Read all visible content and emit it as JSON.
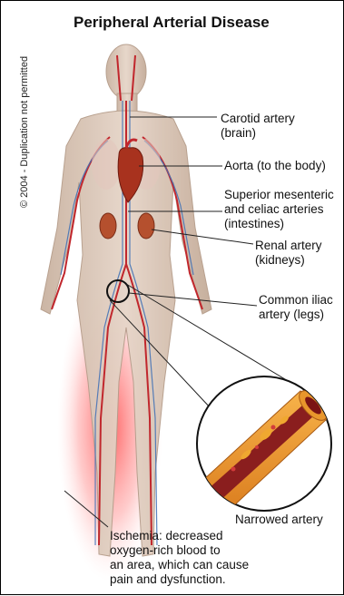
{
  "title": "Peripheral Arterial Disease",
  "copyright": "© 2004 - Duplication not permitted",
  "labels": {
    "carotid": [
      "Carotid artery",
      "(brain)"
    ],
    "aorta": [
      "Aorta (to the body)"
    ],
    "mesenteric": [
      "Superior mesenteric",
      "and celiac arteries",
      "(intestines)"
    ],
    "renal": [
      "Renal artery",
      "(kidneys)"
    ],
    "iliac": [
      "Common iliac",
      "artery (legs)"
    ],
    "narrowed": [
      "Narrowed artery"
    ],
    "ischemia": [
      "Ischemia: decreased",
      "oxygen-rich blood to",
      "an area, which can cause",
      "pain and dysfunction."
    ]
  },
  "colors": {
    "skin": "#d9c3b2",
    "artery": "#c1272d",
    "vein": "#3d6fb6",
    "ischemia_glow": "#ff3b3b",
    "plaque": "#f0a830"
  }
}
